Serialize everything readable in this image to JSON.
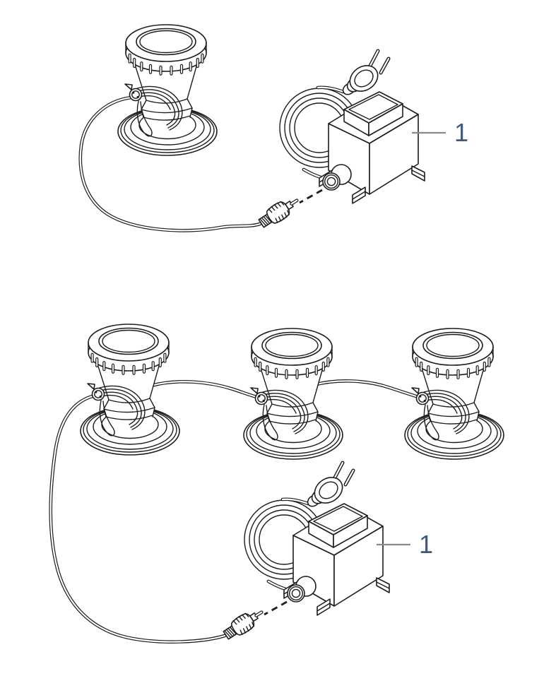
{
  "colors": {
    "background": "#ffffff",
    "line": "#1d1d1b",
    "callout": "#3e5a7d",
    "leader": "#8a8a8a"
  },
  "figures": [
    {
      "name": "single-spotlight-kit",
      "spotlight_count": 1,
      "callout": {
        "label": "1",
        "points_to": "transformer"
      }
    },
    {
      "name": "triple-spotlight-kit",
      "spotlight_count": 3,
      "callout": {
        "label": "1",
        "points_to": "transformer"
      }
    }
  ],
  "icons": [
    "underwater-spotlight-icon",
    "transformer-icon",
    "mains-plug-icon",
    "coiled-cable-icon",
    "screw-connector-icon",
    "low-voltage-socket-icon"
  ]
}
